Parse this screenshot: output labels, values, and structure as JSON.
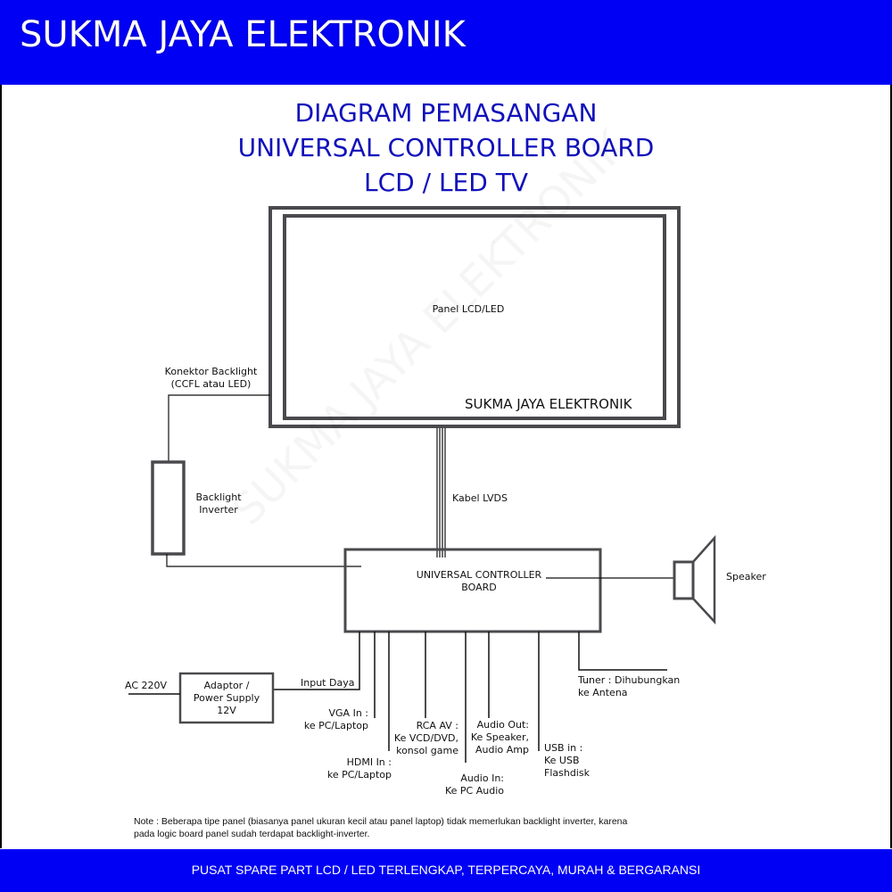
{
  "header": {
    "brand": "SUKMA JAYA ELEKTRONIK"
  },
  "title": {
    "line1": "DIAGRAM PEMASANGAN",
    "line2": "UNIVERSAL CONTROLLER BOARD",
    "line3": "LCD / LED TV"
  },
  "panel": {
    "label": "Panel LCD/LED",
    "brand": "SUKMA JAYA ELEKTRONIK"
  },
  "backlight_connector": {
    "line1": "Konektor Backlight",
    "line2": "(CCFL atau LED)"
  },
  "inverter": {
    "line1": "Backlight",
    "line2": "Inverter"
  },
  "lvds": {
    "label": "Kabel LVDS"
  },
  "controller": {
    "line1": "UNIVERSAL CONTROLLER",
    "line2": "BOARD"
  },
  "speaker": {
    "label": "Speaker"
  },
  "power": {
    "ac": "AC 220V",
    "adaptor_line1": "Adaptor /",
    "adaptor_line2": "Power Supply",
    "adaptor_line3": "12V",
    "input": "Input Daya"
  },
  "ports": {
    "vga": {
      "line1": "VGA In :",
      "line2": "ke PC/Laptop"
    },
    "hdmi": {
      "line1": "HDMI In :",
      "line2": "ke PC/Laptop"
    },
    "rca": {
      "line1": "RCA AV :",
      "line2": "Ke VCD/DVD,",
      "line3": "konsol game"
    },
    "audio_in": {
      "line1": "Audio In:",
      "line2": "Ke PC Audio"
    },
    "audio_out": {
      "line1": "Audio Out:",
      "line2": "Ke Speaker,",
      "line3": "Audio Amp"
    },
    "usb": {
      "line1": "USB in :",
      "line2": "Ke USB",
      "line3": "Flashdisk"
    },
    "tuner": {
      "line1": "Tuner : Dihubungkan",
      "line2": "ke Antena"
    }
  },
  "note": {
    "line1": "Note : Beberapa tipe panel (biasanya panel ukuran kecil atau panel laptop) tidak memerlukan backlight inverter, karena",
    "line2": "pada logic board panel sudah terdapat backlight-inverter."
  },
  "footer": {
    "tagline": "PUSAT SPARE PART LCD / LED TERLENGKAP, TERPERCAYA, MURAH & BERGARANSI"
  },
  "colors": {
    "brand_blue": "#0000f5",
    "title_blue": "#1111bb",
    "stroke": "#444444"
  }
}
